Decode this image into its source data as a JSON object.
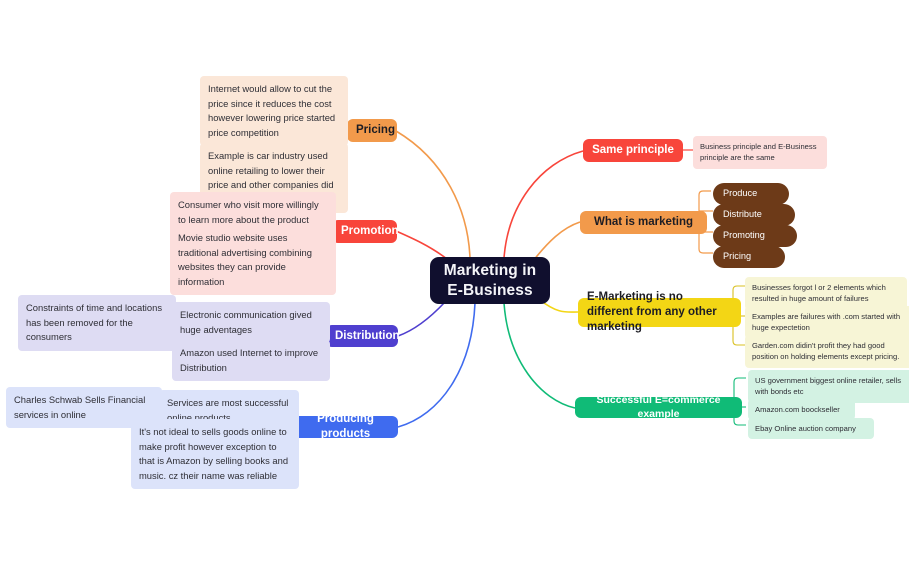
{
  "root": {
    "label": "Marketing in E-Business"
  },
  "branches": [
    {
      "id": "pricing",
      "label": "Pricing",
      "color": "#F29A4B",
      "leaves": [
        "Internet would allow to cut the price since it reduces the cost however lowering price started price competition",
        "Example is car industry used online retailing to lower their price and other companies did too"
      ]
    },
    {
      "id": "promotion",
      "label": "Promotion",
      "color": "#F8453B",
      "leaves": [
        "Consumer who visit more willingly to learn more about the product",
        "Movie studio website uses traditional advertising combining websites they can provide information"
      ]
    },
    {
      "id": "distribution",
      "label": "Distribution",
      "color": "#4F3FCF",
      "leaves": [
        "Electronic communication gived huge adventages",
        "Amazon used Internet to improve Distribution"
      ],
      "subleaves": [
        "Constraints of time and locations has been removed for the consumers"
      ]
    },
    {
      "id": "producing-products",
      "label": "Producing products",
      "color": "#3F6BEF",
      "leaves": [
        "Services are most successful online products",
        "It's not ideal to sells goods online to make profit however exception to that is Amazon by selling books and music. cz their name was reliable"
      ],
      "subleaves": [
        "Charles Schwab Sells Financial services in online"
      ]
    },
    {
      "id": "same-principle",
      "label": "Same principle",
      "color": "#F8453B",
      "leaves": [
        "Business principle and E-Business principle are the same"
      ]
    },
    {
      "id": "what-is-marketing",
      "label": "What is marketing",
      "color": "#F29A4B",
      "subpills": [
        "Produce",
        "Distribute",
        "Promoting",
        "Pricing"
      ]
    },
    {
      "id": "e-marketing",
      "label": "E-Marketing is no different from any other marketing",
      "color": "#F3D615",
      "leaves": [
        "Businesses forgot l or 2 elements which resulted in huge amount of failures",
        "Examples are failures with .com started with huge expectetion",
        "Garden.com didin't profit they had good position on holding elements except pricing."
      ]
    },
    {
      "id": "successful-ecommerce",
      "label": "Successful E=commerce example",
      "color": "#10BB77",
      "leaves": [
        "US government biggest online retailer, sells with bonds etc",
        "Amazon.com boockseller",
        "Ebay Online auction company"
      ]
    }
  ],
  "palette": {
    "background": "#FFFFFF",
    "root_bg": "#100F2E",
    "orange": "#F29A4B",
    "red": "#F8453B",
    "indigo": "#4F3FCF",
    "blue": "#3F6BEF",
    "yellow": "#F3D615",
    "green": "#10BB77",
    "brown_pill": "#6D3A18"
  }
}
